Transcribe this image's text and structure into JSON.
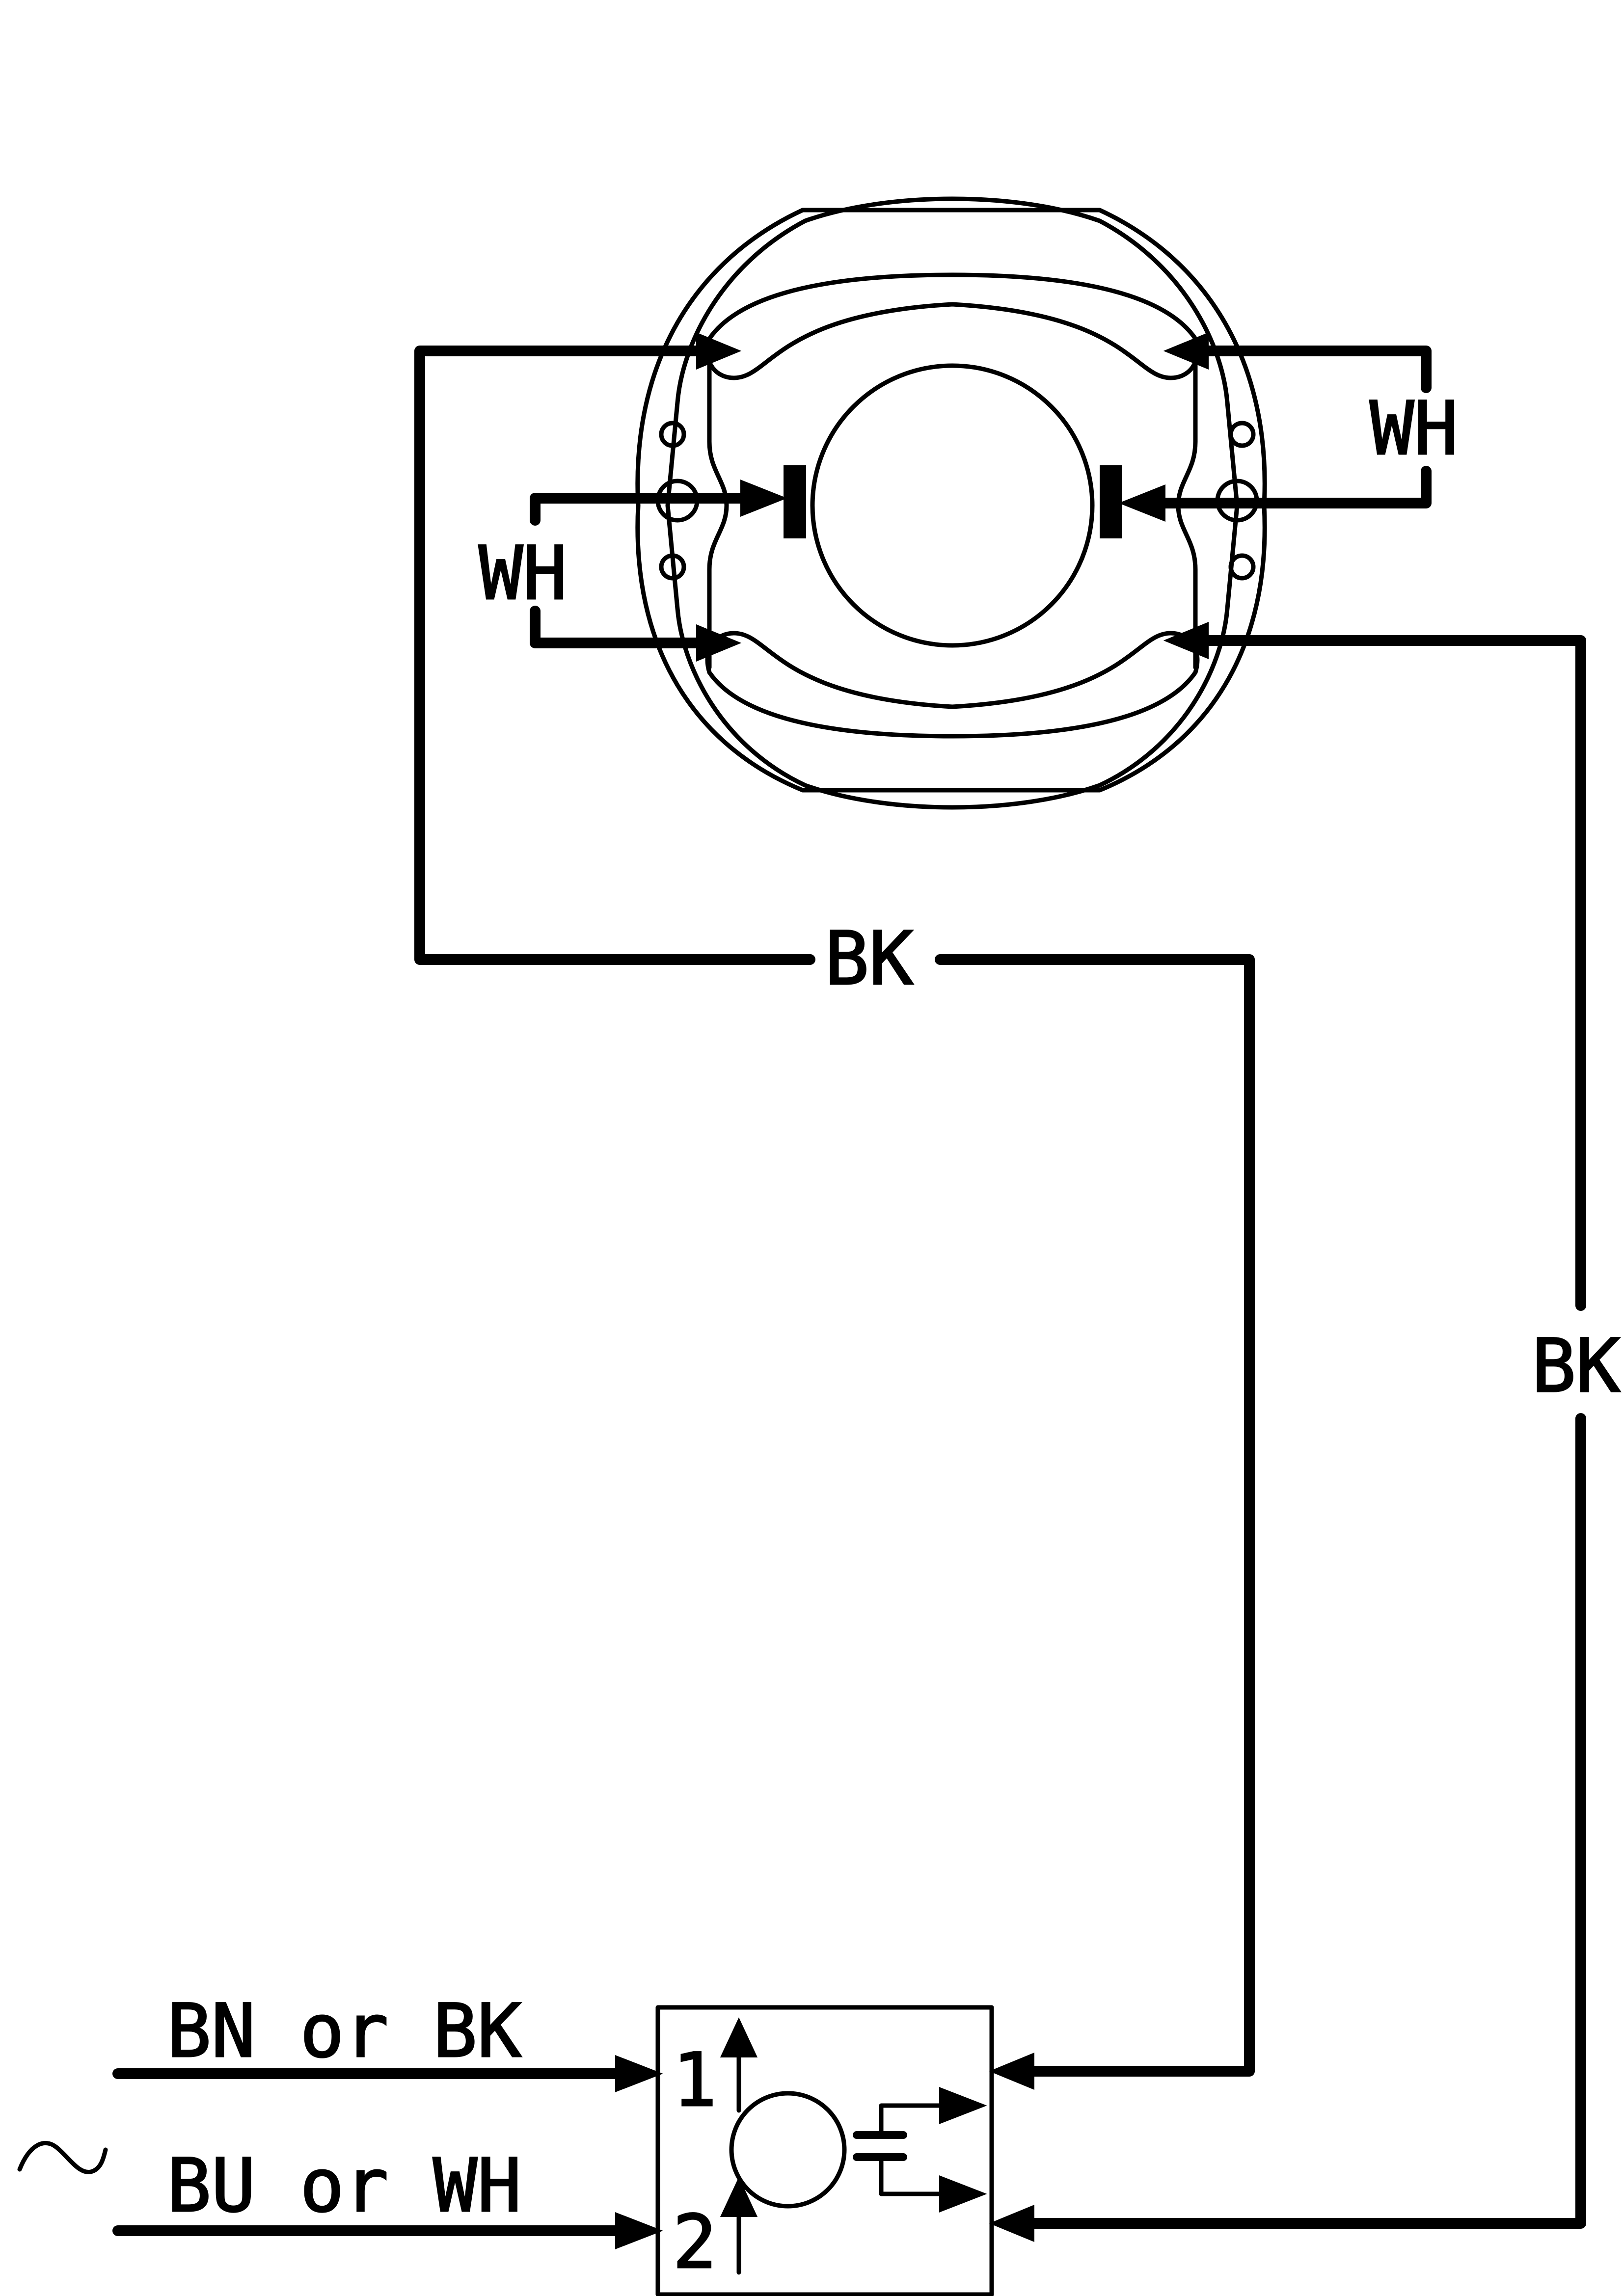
{
  "labels": {
    "wh_right": "WH",
    "wh_left": "WH",
    "bk_middle": "BK",
    "bk_right": "BK",
    "line_top": "BN or BK",
    "line_bottom": "BU or WH",
    "terminal_1": "1",
    "terminal_2": "2"
  },
  "icons": {
    "ac_supply": "tilde-ac-symbol"
  },
  "colors": {
    "line": "#000000",
    "background": "#ffffff"
  }
}
